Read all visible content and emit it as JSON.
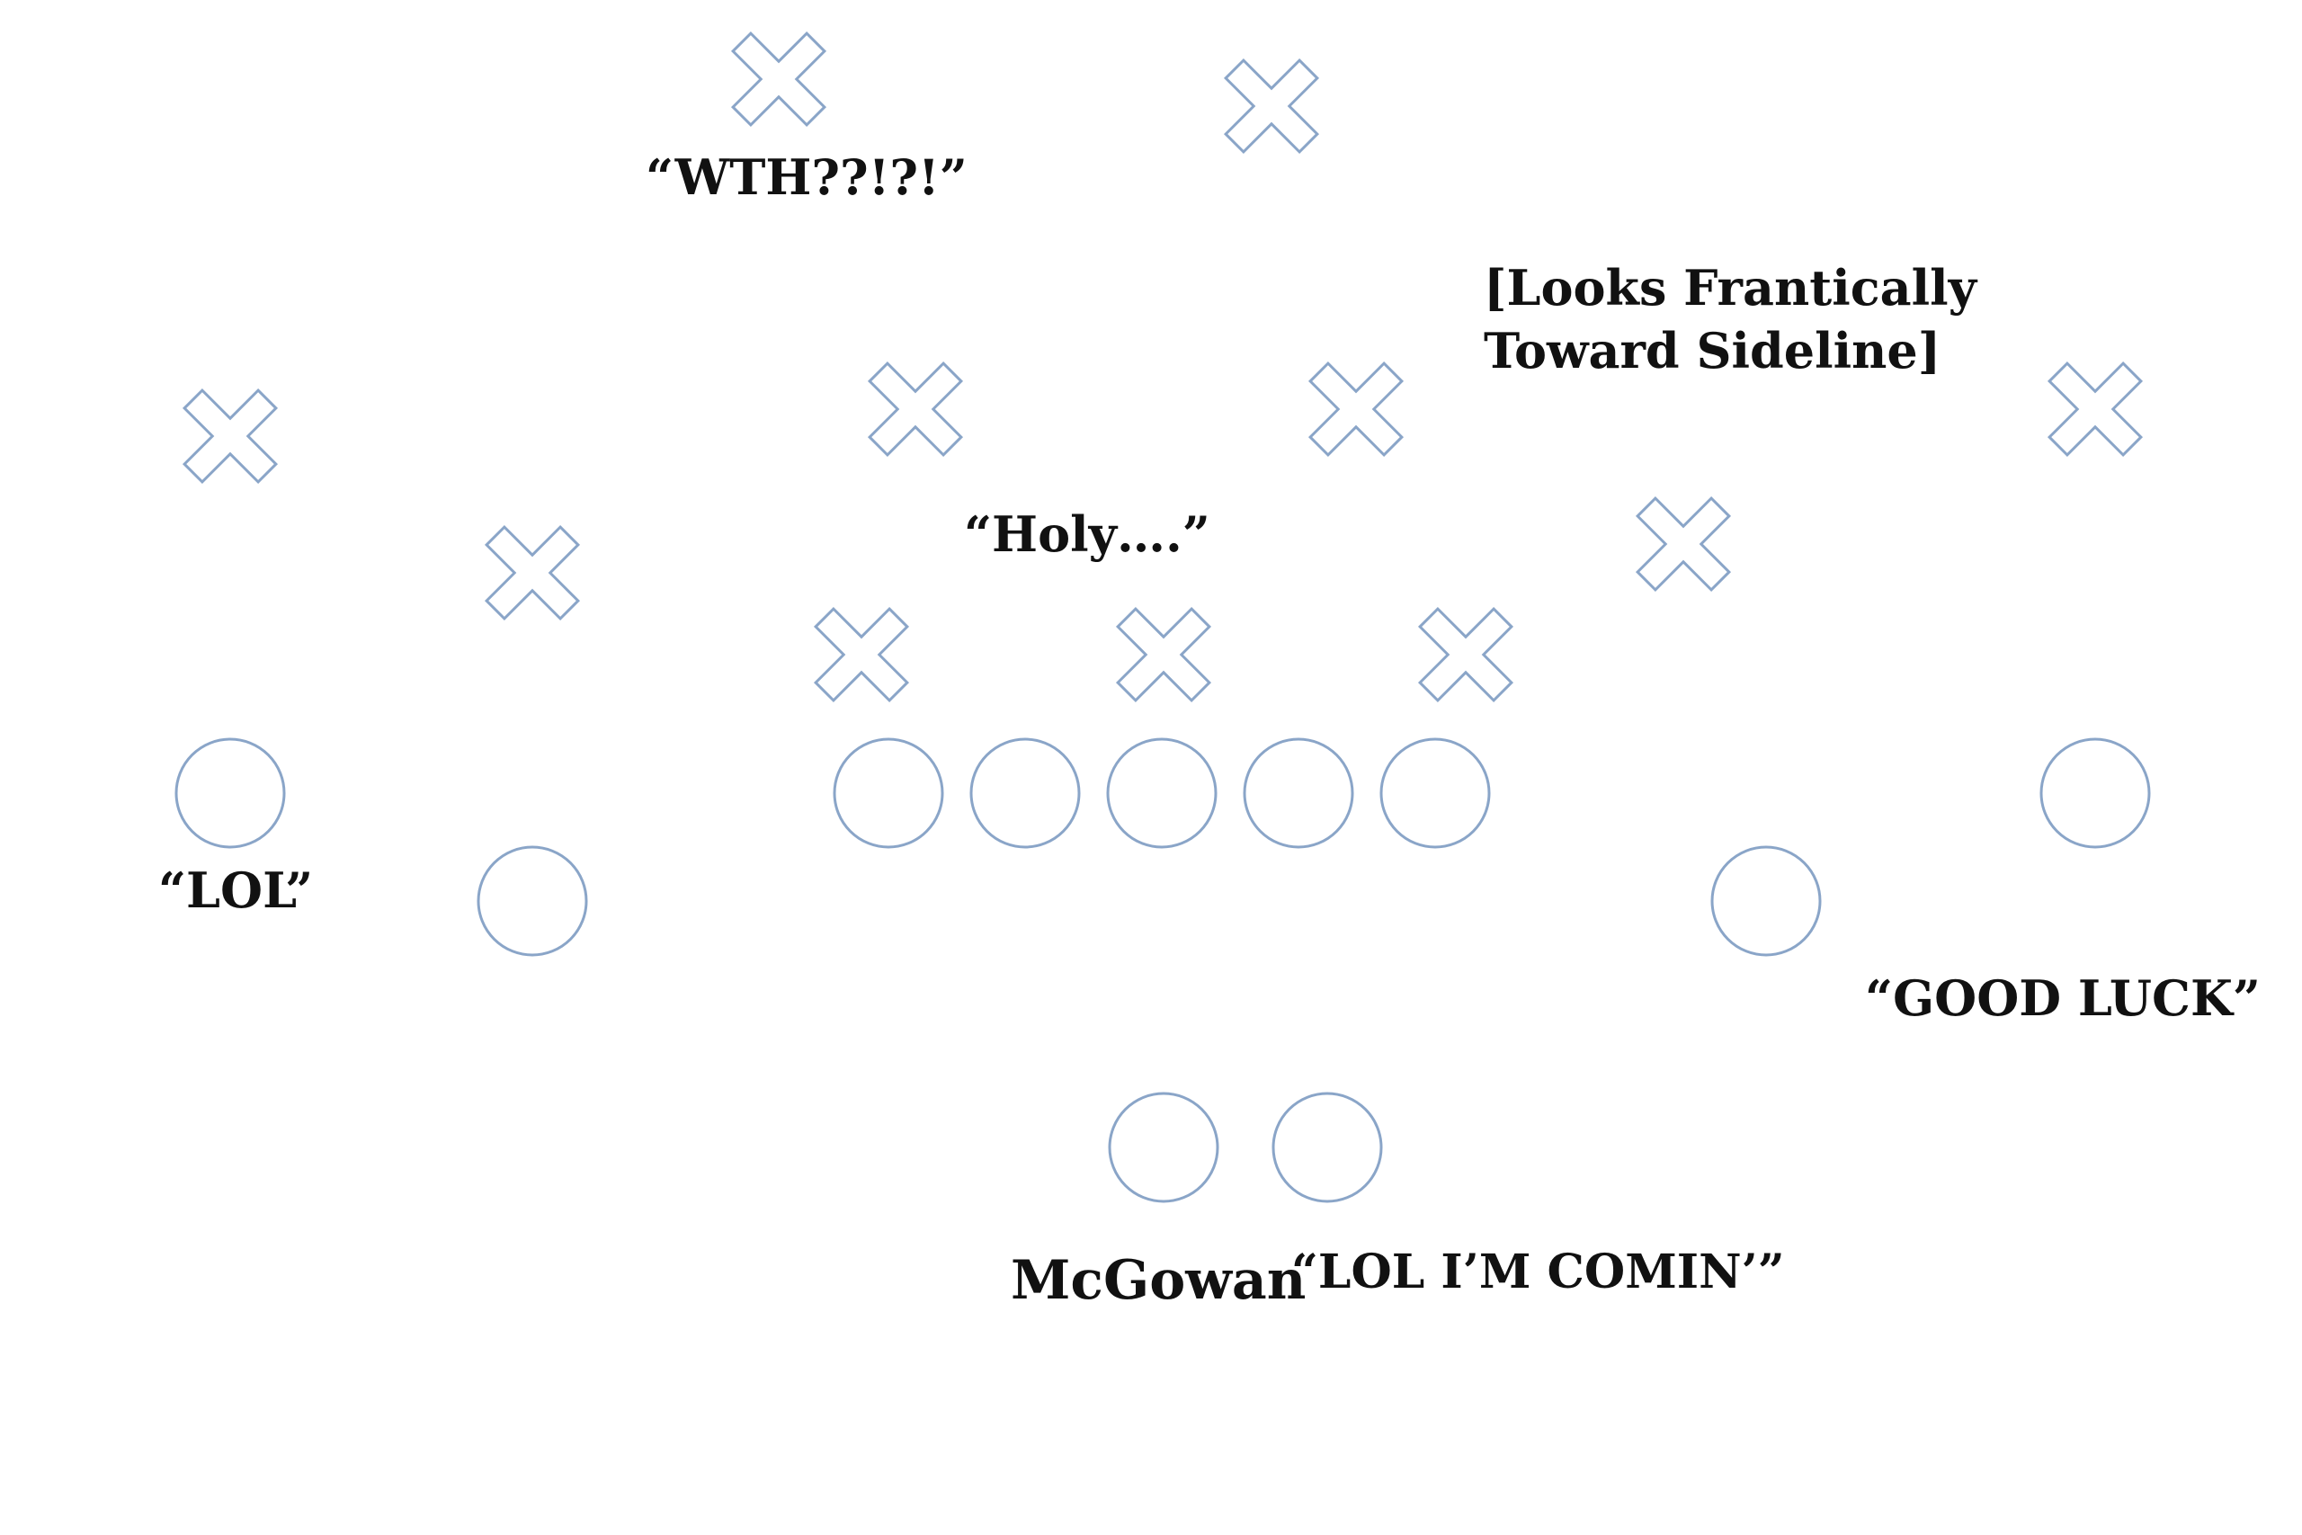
{
  "diagram": {
    "colors": {
      "marker_stroke": "#8aa5c8",
      "text": "#111111",
      "background": "#ffffff"
    },
    "defense": [
      {
        "name": "defender-x-deep-left"
      },
      {
        "name": "defender-x-deep-right"
      },
      {
        "name": "defender-x-wide-left"
      },
      {
        "name": "defender-x-linebacker-left"
      },
      {
        "name": "defender-x-linebacker-right"
      },
      {
        "name": "defender-x-wide-right"
      },
      {
        "name": "defender-x-slot-left"
      },
      {
        "name": "defender-x-slot-right"
      },
      {
        "name": "defender-x-line-left"
      },
      {
        "name": "defender-x-line-center"
      },
      {
        "name": "defender-x-line-right"
      }
    ],
    "offense": [
      {
        "name": "player-o-wide-left"
      },
      {
        "name": "player-o-slot-left"
      },
      {
        "name": "player-o-line-1"
      },
      {
        "name": "player-o-line-2"
      },
      {
        "name": "player-o-line-3"
      },
      {
        "name": "player-o-line-4"
      },
      {
        "name": "player-o-line-5"
      },
      {
        "name": "player-o-slot-right"
      },
      {
        "name": "player-o-wide-right"
      },
      {
        "name": "player-o-backfield-left"
      },
      {
        "name": "player-o-backfield-right"
      }
    ],
    "captions": {
      "wth": "“WTH??!?!”",
      "looks_line1": "[Looks Frantically",
      "looks_line2": "Toward Sideline]",
      "holy": "“Holy….”",
      "lol": "“LOL”",
      "good_luck": "“GOOD LUCK”",
      "mcgowan_name": "McGowan",
      "mcgowan_quote": "“LOL I’M COMIN’”"
    }
  }
}
